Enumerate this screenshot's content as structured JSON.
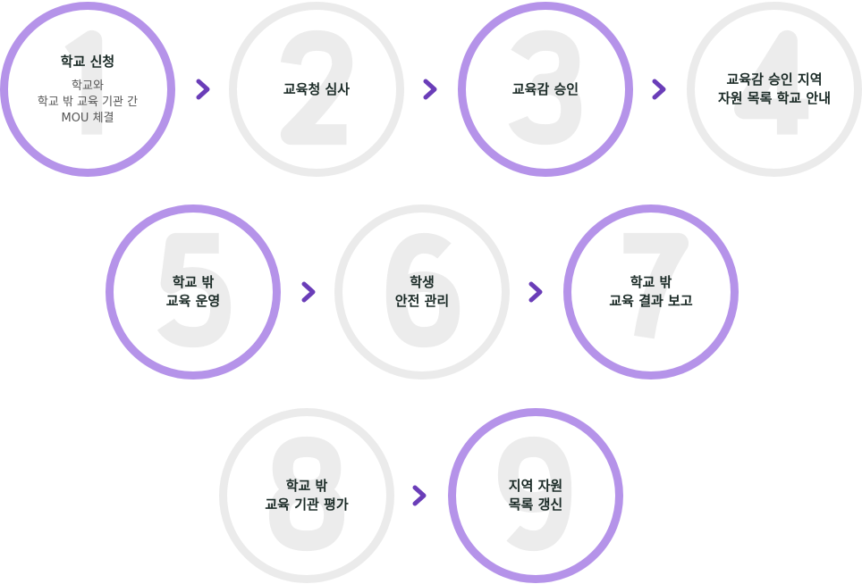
{
  "steps": [
    {
      "num": "1",
      "title": "학교 신청",
      "desc": "학교와\n학교 밖 교육 기관 간\nMOU 체결",
      "active": true
    },
    {
      "num": "2",
      "title": "교육청 심사",
      "active": false
    },
    {
      "num": "3",
      "title": "교육감 승인",
      "active": true
    },
    {
      "num": "4",
      "title": "교육감 승인 지역\n자원 목록 학교 안내",
      "active": false
    },
    {
      "num": "5",
      "title": "학교 밖\n교육 운영",
      "active": true
    },
    {
      "num": "6",
      "title": "학생\n안전 관리",
      "active": false
    },
    {
      "num": "7",
      "title": "학교 밖\n교육 결과 보고",
      "active": true
    },
    {
      "num": "8",
      "title": "학교 밖\n교육 기관 평가",
      "active": false
    },
    {
      "num": "9",
      "title": "지역 자원\n목록 갱신",
      "active": true
    }
  ],
  "colors": {
    "active": "#b593e9",
    "inactive": "#ebebeb",
    "arrow": "#6a3db8",
    "numeral": "#ececec"
  }
}
